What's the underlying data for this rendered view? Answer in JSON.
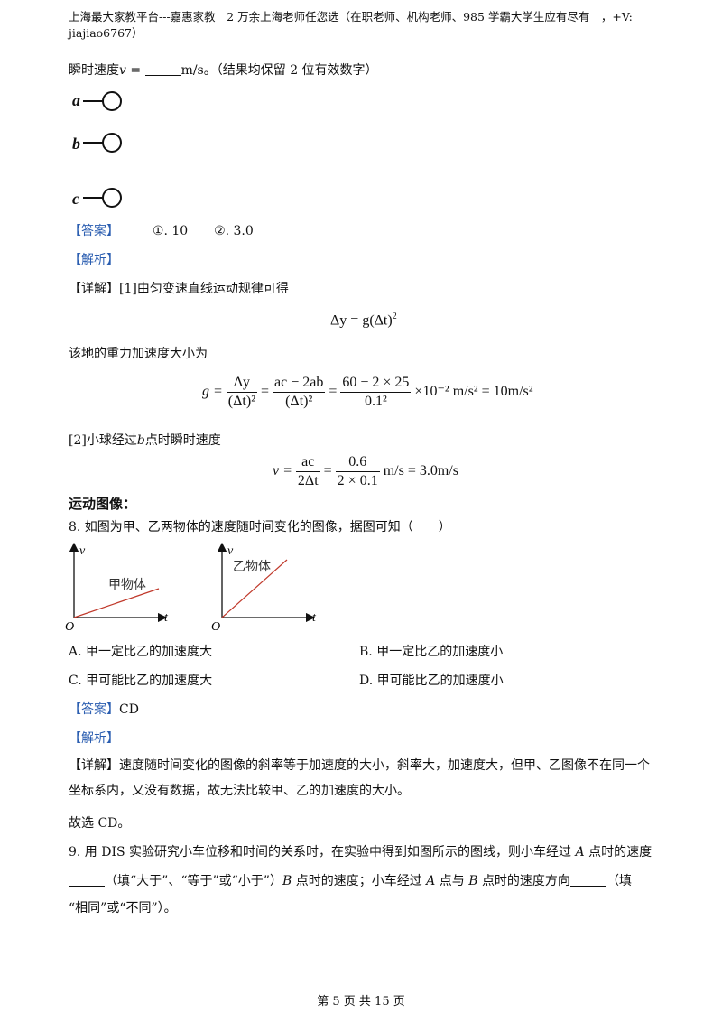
{
  "header": {
    "text": "上海最大家教平台---嘉惠家教　2 万余上海老师任您选（在职老师、机构老师、985 学霸大学生应有尽有　，+V: jiajiao6767）"
  },
  "q7": {
    "line_start": "瞬时速度",
    "var_v": "v",
    "eq_sign": " = ",
    "unit": "m/s",
    "note": "。（结果均保留 2 位有效数字）",
    "figure_labels": [
      "a",
      "b",
      "c"
    ],
    "answer_tag": "【答案】",
    "answer_1": "①. 10",
    "answer_2": "②. 3.0",
    "analysis_tag": "【解析】",
    "detail_tag": "【详解】",
    "detail_1": "[1]由匀变速直线运动规律可得",
    "eq1": "Δy = g(Δt)",
    "eq1_sup": "2",
    "gravity_text": "该地的重力加速度大小为",
    "eq2_lhs": "g =",
    "eq2_f1_num": "Δy",
    "eq2_f1_den": "(Δt)²",
    "eq2_f2_num": "ac − 2ab",
    "eq2_f2_den": "(Δt)²",
    "eq2_f3_num": "60 − 2 × 25",
    "eq2_f3_den": "0.1²",
    "eq2_tail": "×10⁻² m/s² = 10m/s²",
    "detail_2_pre": "[2]小球经过",
    "detail_2_var": "b",
    "detail_2_post": "点时瞬时速度",
    "eq3_lhs": "v =",
    "eq3_f1_num": "ac",
    "eq3_f1_den": "2Δt",
    "eq3_f2_num": "0.6",
    "eq3_f2_den": "2 × 0.1",
    "eq3_tail": "m/s = 3.0m/s"
  },
  "section_title": "运动图像：",
  "q8": {
    "stem": "8. 如图为甲、乙两物体的速度随时间变化的图像，据图可知（　　）",
    "graph1": {
      "y_label": "v",
      "x_label": "t",
      "origin": "O",
      "line_label": "甲物体"
    },
    "graph2": {
      "y_label": "v",
      "x_label": "t",
      "origin": "O",
      "line_label": "乙物体"
    },
    "line_color": "#c0392b",
    "options": {
      "A": "A.  甲一定比乙的加速度大",
      "B": "B.  甲一定比乙的加速度小",
      "C": "C.  甲可能比乙的加速度大",
      "D": "D.  甲可能比乙的加速度小"
    },
    "answer_tag": "【答案】",
    "answer": "CD",
    "analysis_tag": "【解析】",
    "detail_tag": "【详解】",
    "detail": "速度随时间变化的图像的斜率等于加速度的大小，斜率大，加速度大，但甲、乙图像不在同一个坐标系内，又没有数据，故无法比较甲、乙的加速度的大小。",
    "conclusion": "故选 CD。"
  },
  "q9": {
    "stem_1": "9. 用 DIS 实验研究小车位移和时间的关系时，在实验中得到如图所示的图线，则小车经过",
    "var_A": "A",
    "stem_1_end": "点时的速度",
    "stem_2_a": "（填“大于”、“等于”或“小于”）",
    "var_B": "B",
    "stem_2_b": "点时的速度；小车经过",
    "stem_2_c": "点与",
    "stem_2_d": "点时的速度方向",
    "stem_2_e": "（填",
    "stem_3": "“相同”或“不同”）。"
  },
  "footer": "第 5 页 共 15 页"
}
